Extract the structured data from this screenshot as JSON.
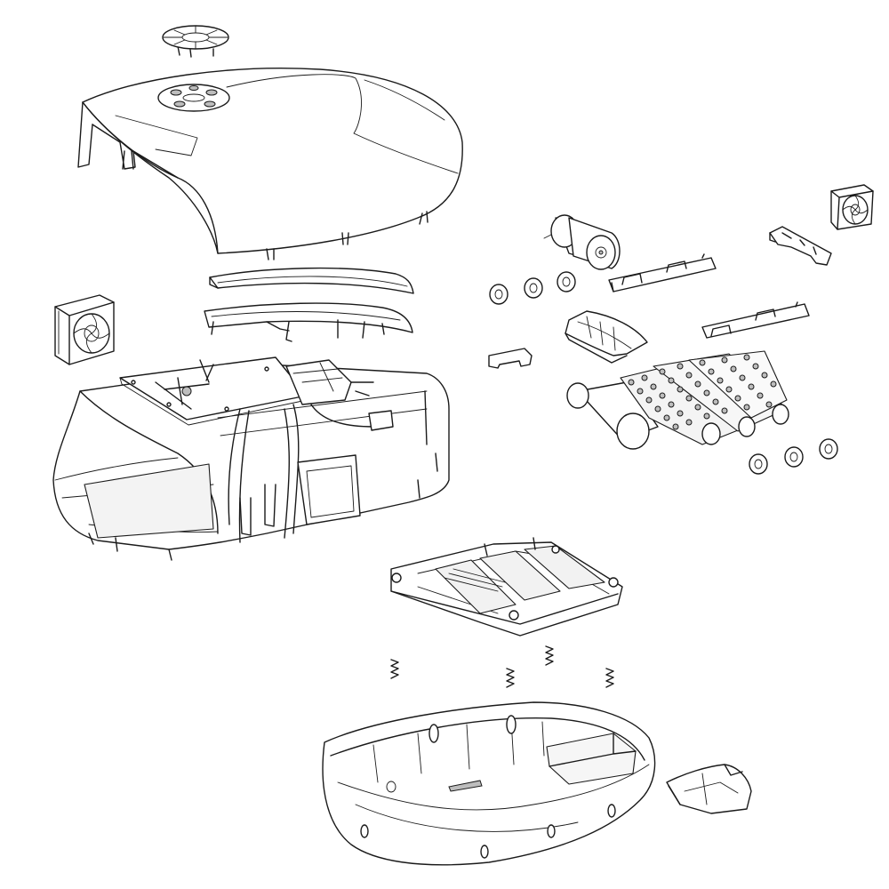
{
  "diagram": {
    "kind": "exploded-assembly-view",
    "parts": [
      "top-cap",
      "top-cover",
      "outer-trim-strip",
      "inner-trim-frame",
      "cooling-fan-left",
      "chassis-with-control-board",
      "drive-motor",
      "cooling-fan-right",
      "bracket-clip",
      "washer-set-upper",
      "roller-mount-bar-upper",
      "brush-guard",
      "roller-mount-bar-lower",
      "small-clip",
      "brush-roller-assembly",
      "washer-set-lower",
      "filter-tray",
      "springs",
      "bottom-housing",
      "battery-door"
    ]
  }
}
